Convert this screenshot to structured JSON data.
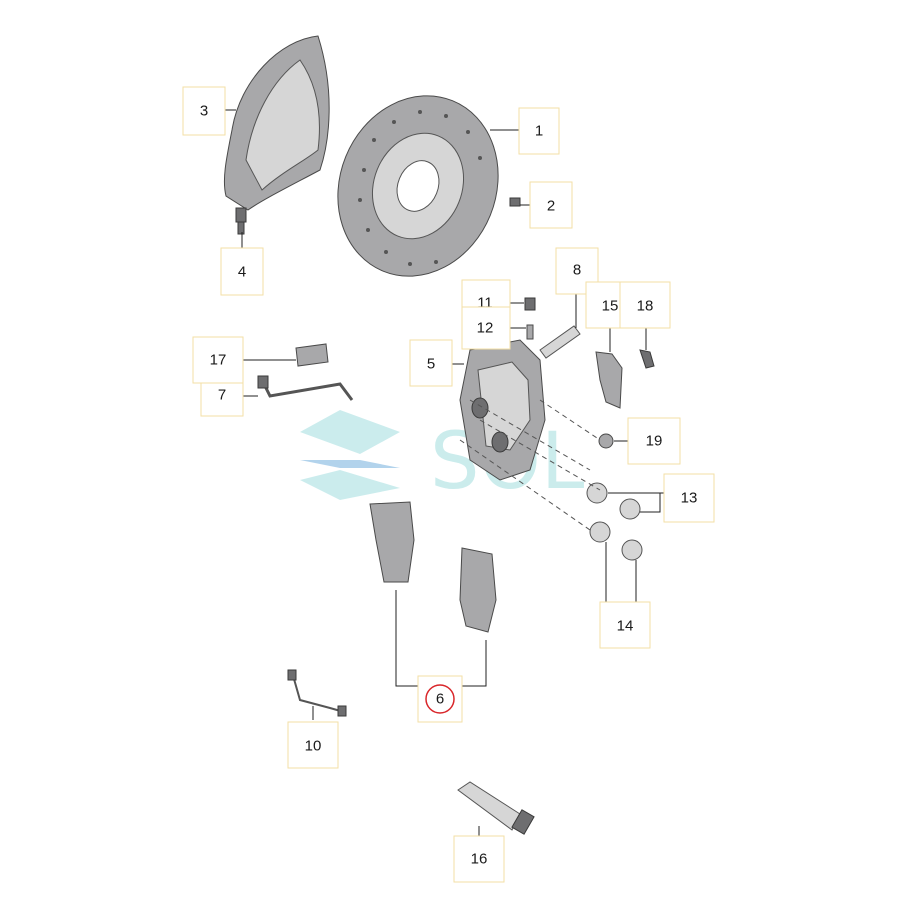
{
  "watermark": {
    "text": "SOL",
    "color": "#a9e0e1",
    "accent": "#7fb5e0"
  },
  "callouts": [
    {
      "id": "1",
      "label": "1"
    },
    {
      "id": "2",
      "label": "2"
    },
    {
      "id": "3",
      "label": "3"
    },
    {
      "id": "4",
      "label": "4"
    },
    {
      "id": "5",
      "label": "5"
    },
    {
      "id": "6",
      "label": "6",
      "highlighted": true
    },
    {
      "id": "7",
      "label": "7"
    },
    {
      "id": "8",
      "label": "8"
    },
    {
      "id": "10",
      "label": "10"
    },
    {
      "id": "11",
      "label": "11"
    },
    {
      "id": "12",
      "label": "12"
    },
    {
      "id": "13",
      "label": "13"
    },
    {
      "id": "14",
      "label": "14"
    },
    {
      "id": "15",
      "label": "15"
    },
    {
      "id": "16",
      "label": "16"
    },
    {
      "id": "17",
      "label": "17"
    },
    {
      "id": "18",
      "label": "18"
    },
    {
      "id": "19",
      "label": "19"
    }
  ],
  "colors": {
    "highlight_ring": "#d9262a",
    "callout_border": "#f3dfa6",
    "part_fill": "#8a8a8c"
  }
}
